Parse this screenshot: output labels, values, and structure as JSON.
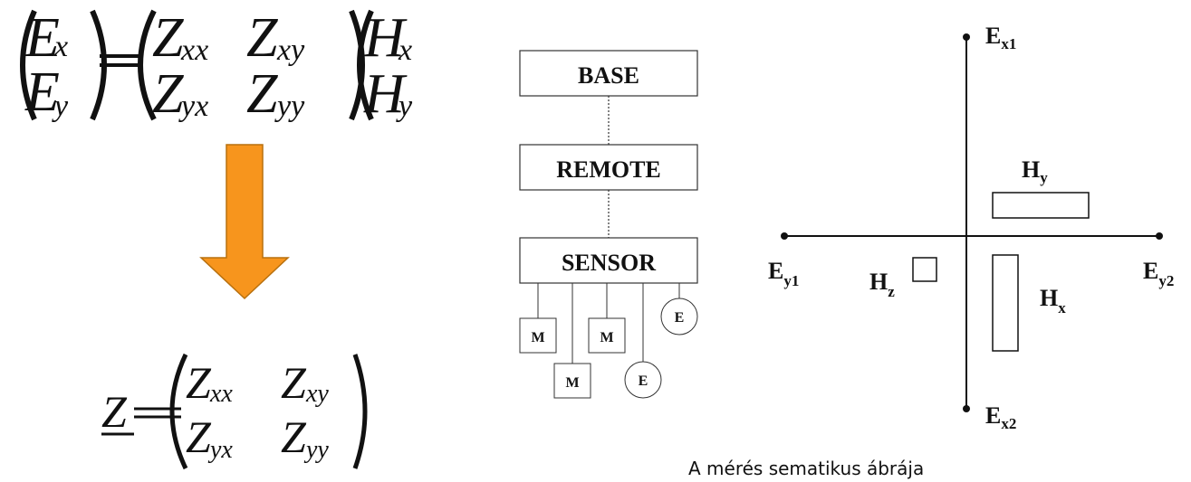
{
  "equations": {
    "top": {
      "vector": [
        "E",
        "E"
      ],
      "vector_subs": [
        "x",
        "y"
      ],
      "eq": "=",
      "matrix": [
        [
          "Z",
          "Z"
        ],
        [
          "Z",
          "Z"
        ]
      ],
      "matrix_subs": [
        [
          "xx",
          "xy"
        ],
        [
          "yx",
          "yy"
        ]
      ],
      "field": [
        "H",
        "H"
      ],
      "field_subs": [
        "x",
        "y"
      ]
    },
    "bottom": {
      "lhs": "Z",
      "eq": "=",
      "matrix": [
        [
          "Z",
          "Z"
        ],
        [
          "Z",
          "Z"
        ]
      ],
      "matrix_subs": [
        [
          "xx",
          "xy"
        ],
        [
          "yx",
          "yy"
        ]
      ]
    }
  },
  "arrow": {
    "color": "#f7951d",
    "border": "#b8700e"
  },
  "block_diagram": {
    "base_label": "BASE",
    "remote_label": "REMOTE",
    "sensor_label": "SENSOR",
    "sensors": [
      {
        "label": "M",
        "shape": "square"
      },
      {
        "label": "M",
        "shape": "square"
      },
      {
        "label": "M",
        "shape": "square"
      },
      {
        "label": "E",
        "shape": "circle"
      },
      {
        "label": "E",
        "shape": "circle"
      }
    ]
  },
  "layout_diagram": {
    "ex1": {
      "main": "E",
      "sub": "x1"
    },
    "ex2": {
      "main": "E",
      "sub": "x2"
    },
    "ey1": {
      "main": "E",
      "sub": "y1"
    },
    "ey2": {
      "main": "E",
      "sub": "y2"
    },
    "hx": {
      "main": "H",
      "sub": "x"
    },
    "hy": {
      "main": "H",
      "sub": "y"
    },
    "hz": {
      "main": "H",
      "sub": "z"
    }
  },
  "caption": "A mérés sematikus ábrája"
}
